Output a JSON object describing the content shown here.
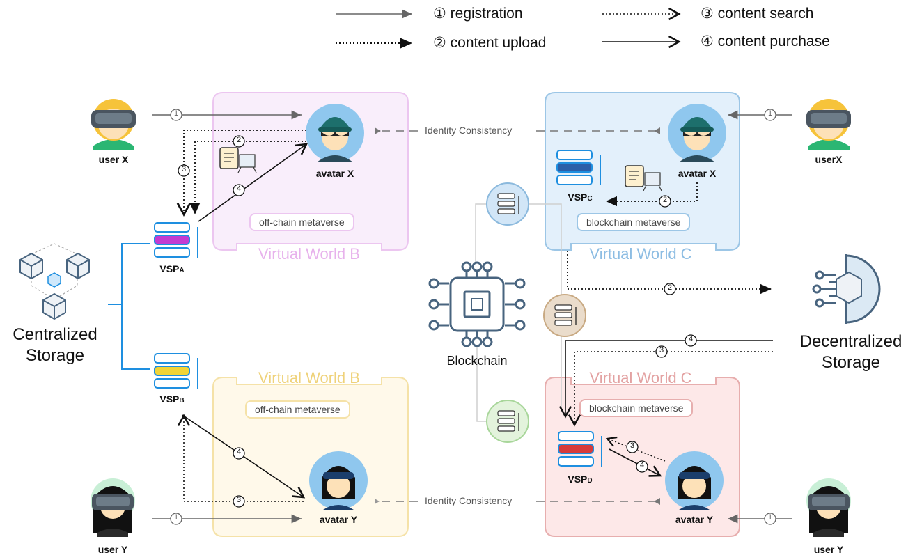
{
  "legend": {
    "registration": "① registration",
    "upload": "② content upload",
    "search": "③ content search",
    "purchase": "④ content purchase"
  },
  "worlds": {
    "b_top": {
      "title": "Virtual World B",
      "tag": "off-chain metaverse"
    },
    "c_top": {
      "title": "Virtual World C",
      "tag": "blockchain metaverse"
    },
    "b_bottom": {
      "title": "Virtual World B",
      "tag": "off-chain metaverse"
    },
    "c_bottom": {
      "title": "Virtual World C",
      "tag": "blockchain metaverse"
    }
  },
  "labels": {
    "user_x_left": "user X",
    "user_x_right": "userX",
    "user_y_left": "user Y",
    "user_y_right": "user Y",
    "avatar_x": "avatar X",
    "avatar_y": "avatar Y",
    "vsp_a": "VSP",
    "vsp_a_sub": "A",
    "vsp_b": "VSP",
    "vsp_b_sub": "B",
    "vsp_c": "VSP",
    "vsp_c_sub": "C",
    "vsp_d": "VSP",
    "vsp_d_sub": "D",
    "identity": "Identity Consistency",
    "blockchain": "Blockchain",
    "centralized_line1": "Centralized",
    "centralized_line2": "Storage",
    "decentralized_line1": "Decentralized",
    "decentralized_line2": "Storage"
  },
  "step_markers": {
    "one": "1",
    "two": "2",
    "three": "3",
    "four": "4"
  },
  "colors": {
    "world_b_top": "#f9eefb",
    "world_b_top_border": "#ecc6f0",
    "world_c_top": "#e3f0fb",
    "world_c_top_border": "#9cc6e6",
    "world_b_bottom": "#fff9ea",
    "world_b_bottom_border": "#f5e2a8",
    "world_c_bottom": "#fde8e8",
    "world_c_bottom_border": "#e7aeae",
    "arrow_gray": "#666666",
    "blue_accent": "#1e8fe0"
  }
}
